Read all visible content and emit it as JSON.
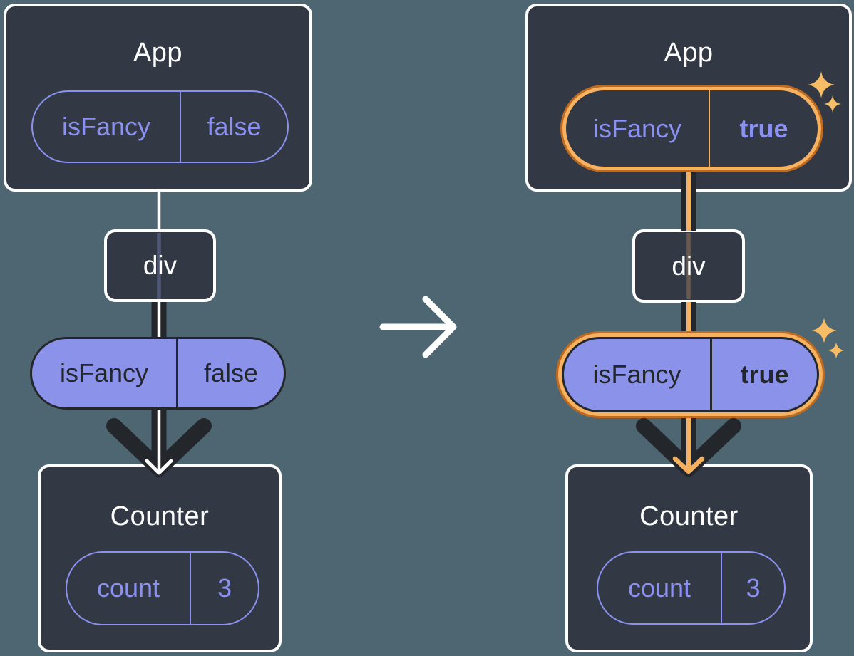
{
  "diagram_title": "State change propagation: isFancy prop flips from false to true",
  "colors": {
    "background": "#4D6672",
    "card_background": "#333845",
    "card_border": "#FFFFFF",
    "accent_purple": "#8A91F0",
    "pill_fill_purple": "#8B92EA",
    "dark_ink": "#23272C",
    "highlight_orange_dark": "#C06A1E",
    "highlight_orange_light": "#F8B25F",
    "sparkle_orange": "#F6BC66",
    "connector_white": "#FFFFFF"
  },
  "left_tree": {
    "app": {
      "label": "App",
      "state": {
        "name": "isFancy",
        "value": "false"
      }
    },
    "div": {
      "label": "div"
    },
    "prop": {
      "name": "isFancy",
      "value": "false"
    },
    "counter": {
      "label": "Counter",
      "state": {
        "name": "count",
        "value": "3"
      }
    }
  },
  "right_tree": {
    "app": {
      "label": "App",
      "state": {
        "name": "isFancy",
        "value": "true"
      }
    },
    "div": {
      "label": "div"
    },
    "prop": {
      "name": "isFancy",
      "value": "true"
    },
    "counter": {
      "label": "Counter",
      "state": {
        "name": "count",
        "value": "3"
      }
    }
  },
  "icons": {
    "transform_arrow": "right-arrow",
    "sparkle": "four-point-star",
    "flow_arrowhead": "down-chevron"
  }
}
